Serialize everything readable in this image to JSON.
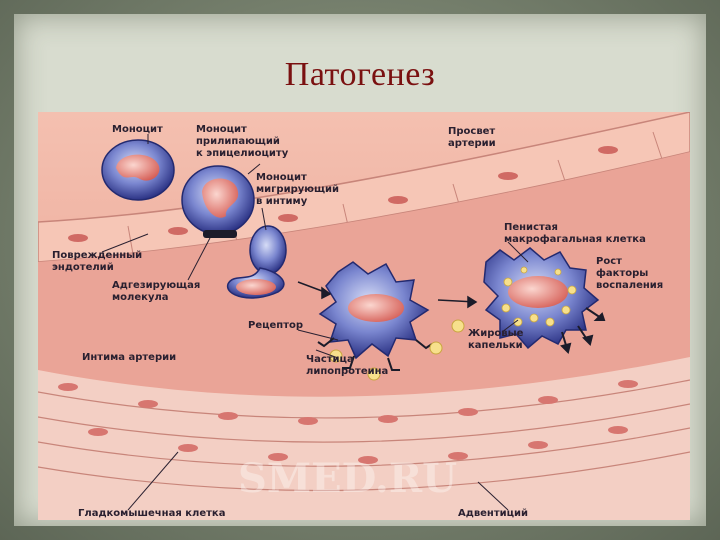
{
  "slide": {
    "title": "Патогенез"
  },
  "labels": {
    "monocyte": "Моноцит",
    "monocyte_adhering": [
      "Моноцит",
      "прилипающий",
      "к эпицелиоциту"
    ],
    "lumen": [
      "Просвет",
      "артерии"
    ],
    "monocyte_migrating": [
      "Моноцит",
      "мигрирующий",
      "в интиму"
    ],
    "damaged_endothelium": [
      "Поврежденный",
      "эндотелий"
    ],
    "adhesion_molecule": [
      "Адгезирующая",
      "молекула"
    ],
    "foam_cell": [
      "Пенистая",
      "макрофагальная клетка"
    ],
    "growth_factors": [
      "Рост",
      "факторы",
      "воспаления"
    ],
    "receptor": "Рецептор",
    "lipoprotein_particle": [
      "Частица",
      "липопротеина"
    ],
    "lipid_droplets": [
      "Жировые",
      "капельки"
    ],
    "intima": "Интима артерии",
    "smooth_muscle_cell": "Гладкомышечная клетка",
    "adventitia": "Адвентиций"
  },
  "watermark": "SMED.RU"
}
